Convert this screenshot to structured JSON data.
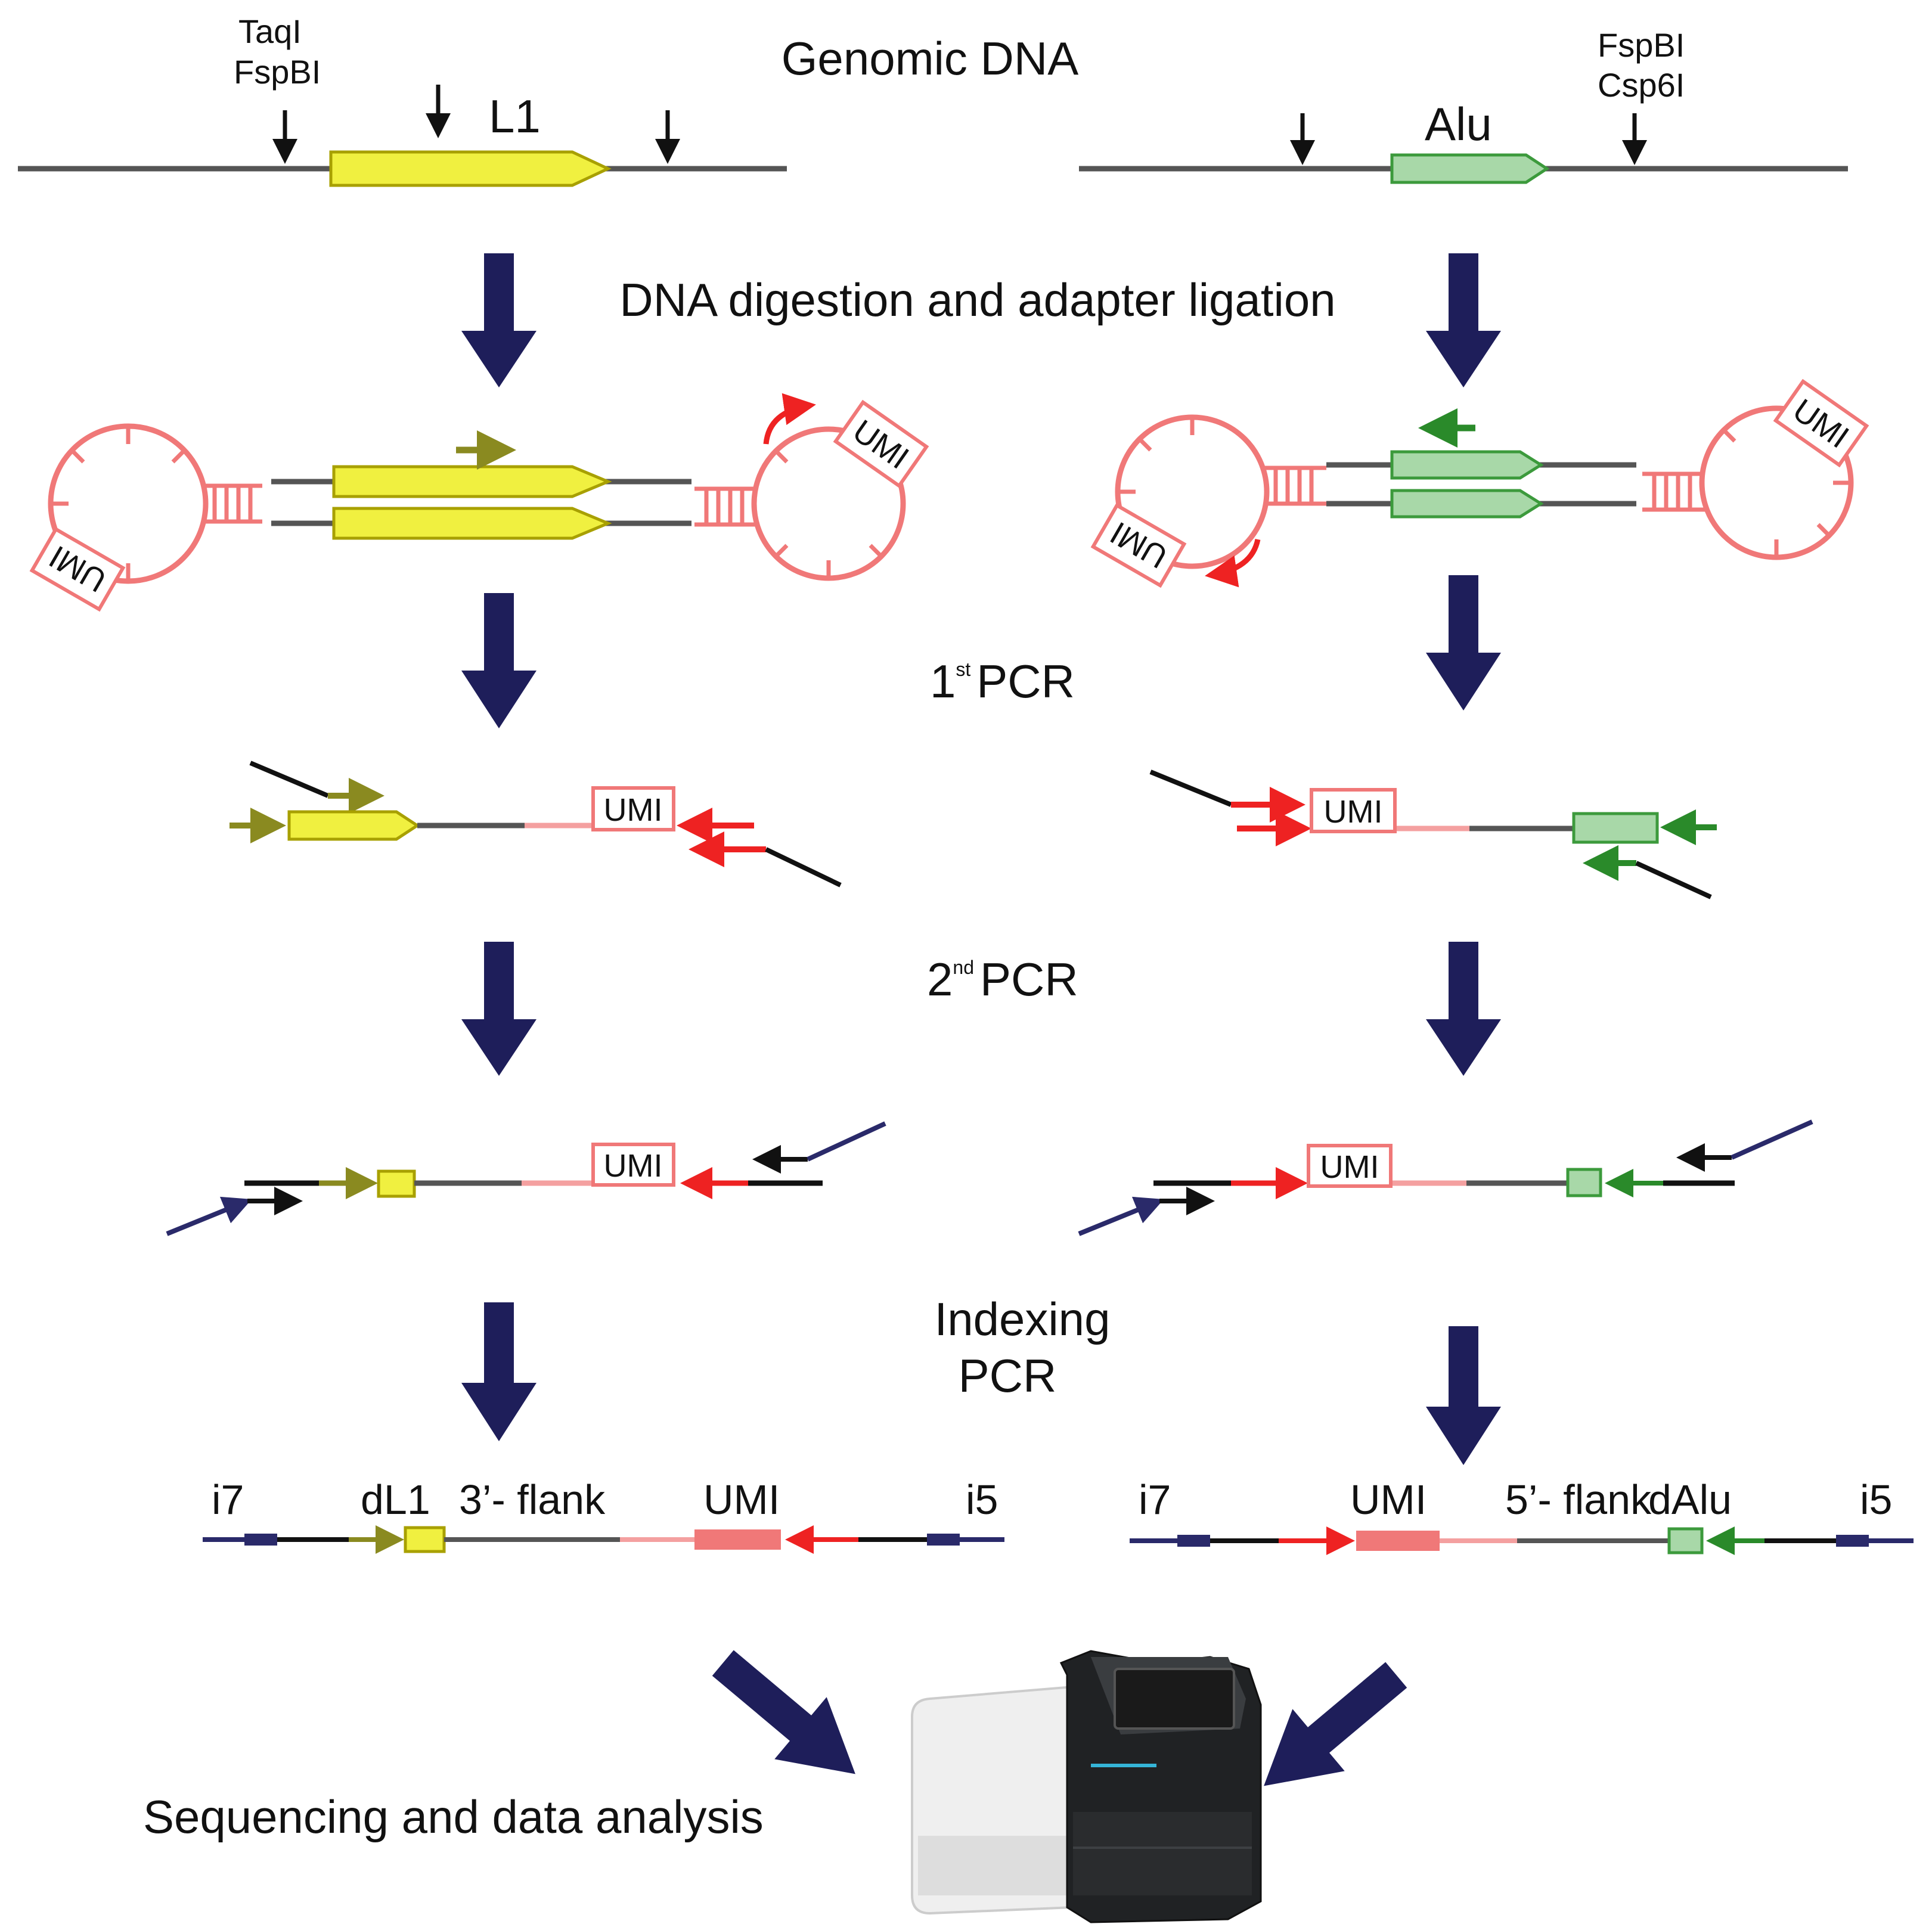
{
  "steps": {
    "genomic": "Genomic DNA",
    "digestion": "DNA digestion and adapter ligation",
    "pcr1_num": "1",
    "pcr1_sup": "st",
    "pcr1_label": "PCR",
    "pcr2_num": "2",
    "pcr2_sup": "nd",
    "pcr2_label": "PCR",
    "indexing_line1": "Indexing",
    "indexing_line2": "PCR",
    "sequencing": "Sequencing and data analysis"
  },
  "left": {
    "enzyme_1": "TaqI",
    "enzyme_2": "FspBI",
    "element": "L1",
    "umi": "UMI",
    "final": {
      "i7": "i7",
      "element": "dL1",
      "flank": "3’- flank",
      "umi": "UMI",
      "i5": "i5"
    }
  },
  "right": {
    "enzyme_1": "FspBI",
    "enzyme_2": "Csp6I",
    "element": "Alu",
    "umi": "UMI",
    "final": {
      "i7": "i7",
      "umi": "UMI",
      "flank": "5’- flank",
      "element": "dAlu",
      "i5": "i5"
    }
  },
  "colors": {
    "flow_arrow": "#1e1e5a",
    "l1_fill": "#f0f040",
    "l1_stroke": "#a8a000",
    "alu_fill": "#a8d8a8",
    "alu_stroke": "#3c9a3c",
    "adapter": "#f07878",
    "red_primer": "#ee2222",
    "olive_primer": "#8a8a20",
    "green_primer": "#2a8a2a",
    "index_primer": "#2a2a6a",
    "genome_line": "#555555"
  }
}
